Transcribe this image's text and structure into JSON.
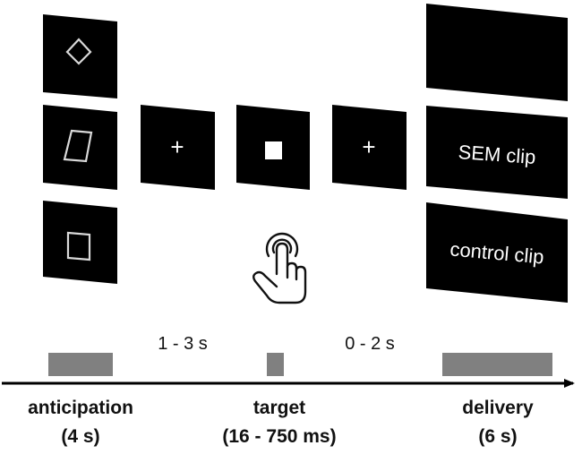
{
  "fixation_symbol": "+",
  "clips": {
    "top": "",
    "middle": "SEM clip",
    "bottom": "control clip"
  },
  "durations": {
    "cue_to_target": "1 - 3 s",
    "target_to_delivery": "0 - 2 s"
  },
  "phases": [
    {
      "name": "anticipation",
      "duration": "(4 s)"
    },
    {
      "name": "target",
      "duration": "(16 - 750 ms)"
    },
    {
      "name": "delivery",
      "duration": "(6 s)"
    }
  ],
  "icons": {
    "cue_shapes": [
      "diamond-icon",
      "parallelogram-icon",
      "square-icon"
    ],
    "response": "tap-hand-icon"
  },
  "colors": {
    "screen": "#000000",
    "cue_outline": "#d9d9d9",
    "phase_bar": "#808080",
    "timeline": "#000000"
  }
}
